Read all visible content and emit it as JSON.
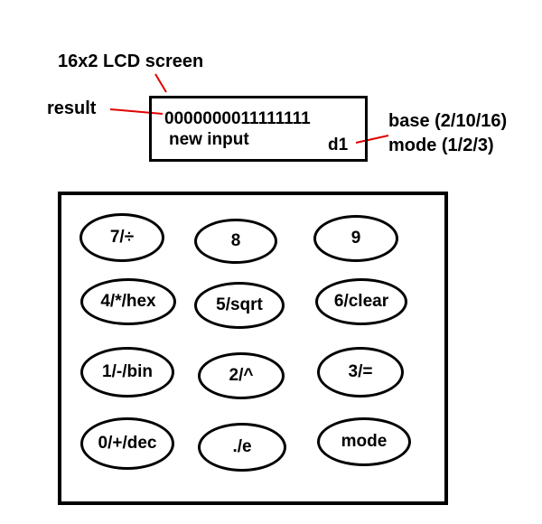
{
  "labels": {
    "lcd_title": "16x2 LCD screen",
    "result": "result",
    "base": "base (2/10/16)",
    "mode": "mode (1/2/3)"
  },
  "lcd": {
    "line1": "0000000011111111",
    "line2_left": "new input",
    "line2_right": "d1"
  },
  "keys": [
    "7/÷",
    "8",
    "9",
    "4/*/hex",
    "5/sqrt",
    "6/clear",
    "1/-/bin",
    "2/^",
    "3/=",
    "0/+/dec",
    "./e",
    "mode"
  ],
  "colors": {
    "pointer_lines": "#e00000",
    "outline": "#000000",
    "background": "#ffffff"
  }
}
